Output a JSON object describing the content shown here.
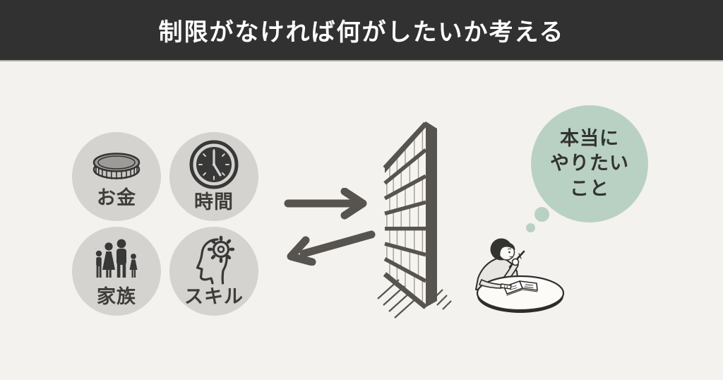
{
  "header": {
    "title": "制限がなければ何がしたいか考える"
  },
  "constraints": {
    "items": [
      {
        "label": "お金",
        "icon": "coin-icon"
      },
      {
        "label": "時間",
        "icon": "clock-icon"
      },
      {
        "label": "家族",
        "icon": "family-icon"
      },
      {
        "label": "スキル",
        "icon": "head-gear-icon"
      }
    ]
  },
  "thought_bubble": {
    "line1": "本当に",
    "line2": "やりたい",
    "line3": "こと",
    "full_text": "本当にやりたいこと"
  },
  "illustrations": {
    "wall": "brick-wall",
    "person": "person-thinking-at-desk",
    "arrow_right": "arrow-toward-wall",
    "arrow_left": "arrow-bouncing-back"
  },
  "colors": {
    "header_bg": "#313131",
    "header_text": "#ffffff",
    "page_bg": "#f4f2ee",
    "circle_bg": "#d5d3cf",
    "icon_dark": "#383838",
    "arrow_wall": "#57544f",
    "bubble_green": "#b9d1c3",
    "label_text": "#3e3d3b"
  }
}
